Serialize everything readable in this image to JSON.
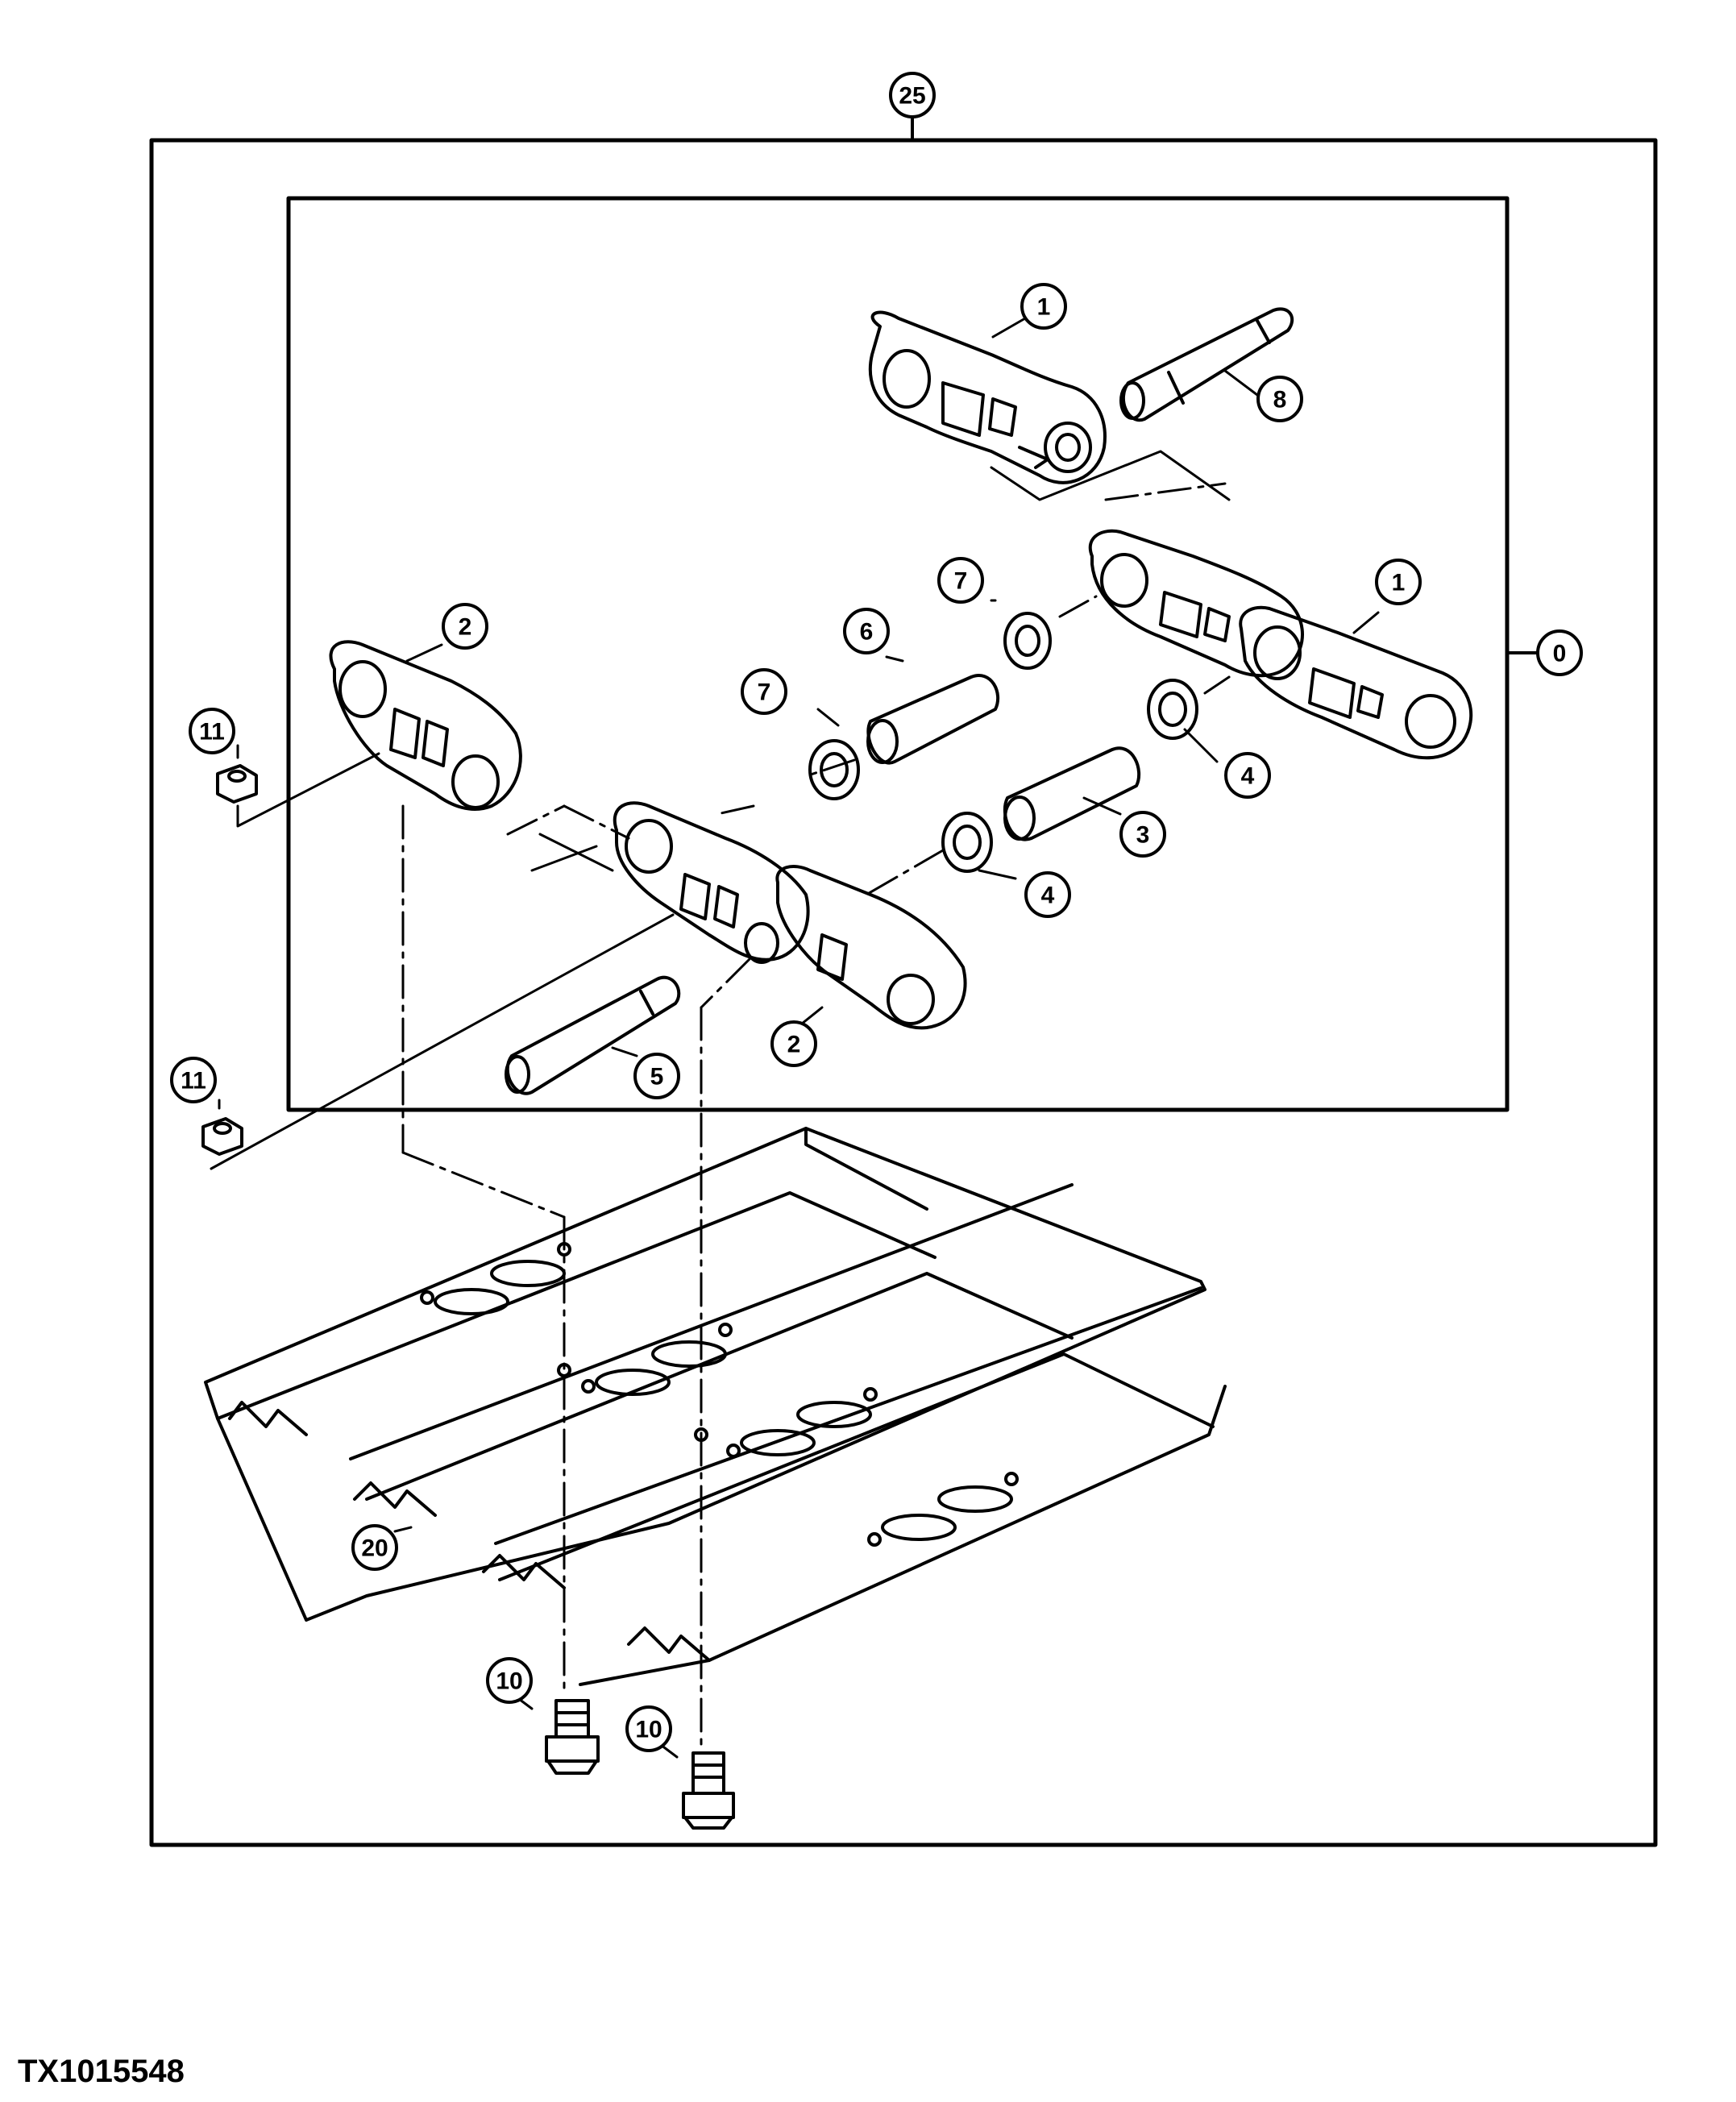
{
  "figure_id": "TX1015548",
  "colors": {
    "line": "#000000",
    "background": "#ffffff"
  },
  "callouts": {
    "c25": "25",
    "c0": "0",
    "c1a": "1",
    "c1b": "1",
    "c8": "8",
    "c2a": "2",
    "c2b": "2",
    "c7a": "7",
    "c7b": "7",
    "c6": "6",
    "c4a": "4",
    "c4b": "4",
    "c3": "3",
    "c5": "5",
    "c11a": "11",
    "c11b": "11",
    "c20": "20",
    "c10a": "10",
    "c10b": "10"
  }
}
